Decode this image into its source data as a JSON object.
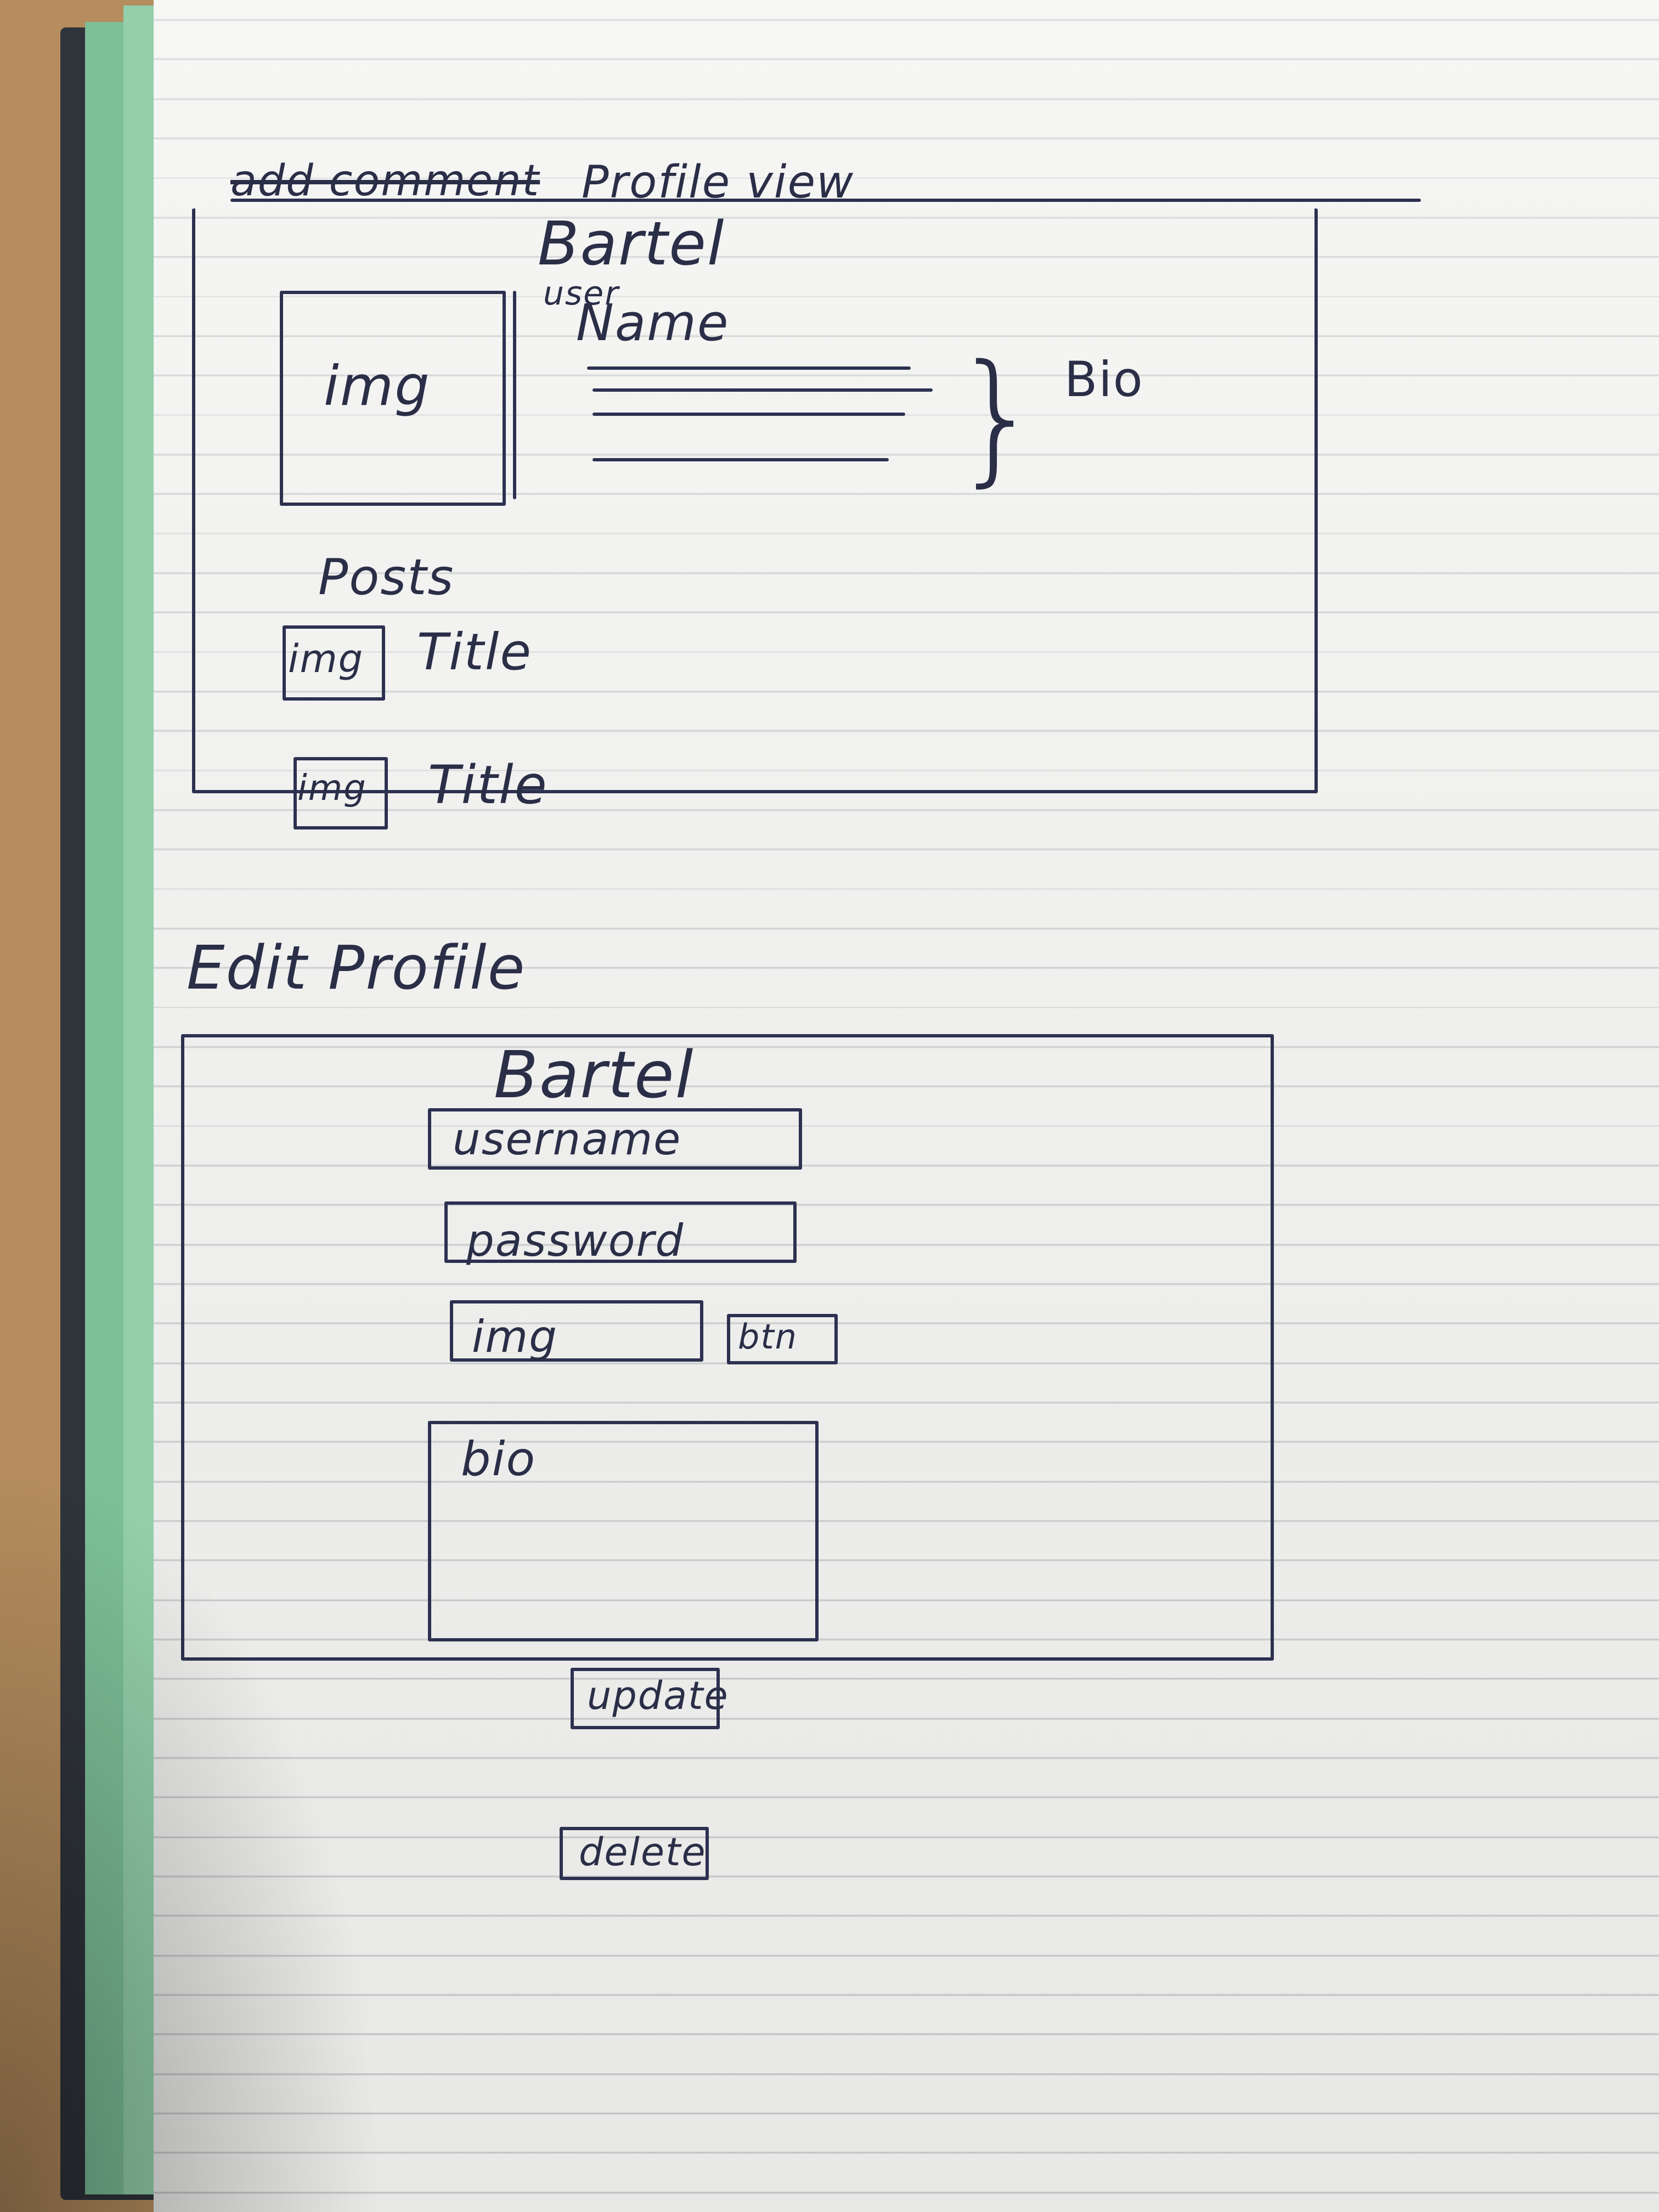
{
  "profile_view": {
    "heading_scribble": "add comment",
    "heading": "Profile view",
    "app_title": "Bartel",
    "image_placeholder": "img",
    "username_sup": "user",
    "username_label": "Name",
    "bio_label": "Bio",
    "posts_label": "Posts",
    "posts": [
      {
        "thumb": "img",
        "title": "Title"
      },
      {
        "thumb": "img",
        "title": "Title"
      }
    ]
  },
  "edit_profile": {
    "heading": "Edit Profile",
    "app_title": "Bartel",
    "username_field": "username",
    "password_field": "password",
    "image_field": "img",
    "image_button": "btn",
    "bio_field": "bio",
    "update_button": "update",
    "delete_button": "delete"
  },
  "colors": {
    "ink": "#2a2e47",
    "paper": "#f1f1ef",
    "cover_green": "#93cfaa",
    "table": "#b58d5e"
  }
}
